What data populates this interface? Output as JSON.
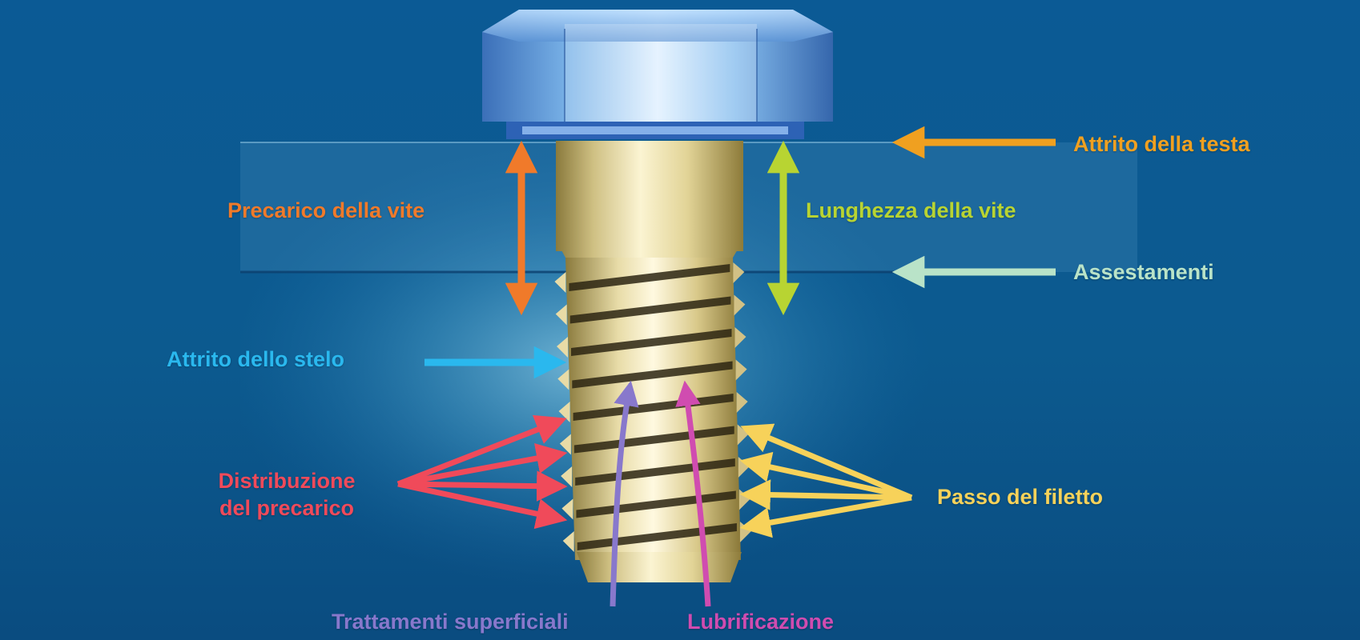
{
  "labels": {
    "head_friction": "Attrito della testa",
    "screw_preload": "Precarico della vite",
    "screw_length": "Lunghezza della vite",
    "settlements": "Assestamenti",
    "shank_friction": "Attrito dello stelo",
    "preload_distribution_line1": "Distribuzione",
    "preload_distribution_line2": "del precarico",
    "thread_pitch": "Passo del filetto",
    "surface_treatments": "Trattamenti superficiali",
    "lubrication": "Lubrificazione"
  },
  "colors": {
    "head_friction": "#f0a020",
    "screw_preload": "#f07a2a",
    "screw_length": "#b8d432",
    "settlements": "#b9e3c8",
    "shank_friction": "#2ab8ee",
    "preload_distribution": "#f04a5a",
    "thread_pitch": "#f7d25a",
    "surface_treatments": "#8878cc",
    "lubrication": "#d04cb0"
  }
}
